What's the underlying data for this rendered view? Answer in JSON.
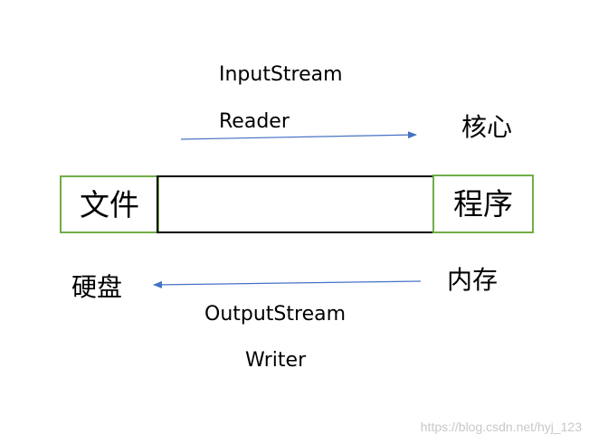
{
  "top": {
    "stream_label": "InputStream",
    "reader_label": "Reader",
    "core_label": "核心"
  },
  "boxes": {
    "file_label": "文件",
    "program_label": "程序"
  },
  "bottom": {
    "disk_label": "硬盘",
    "memory_label": "内存",
    "stream_label": "OutputStream",
    "writer_label": "Writer"
  },
  "watermark": "https://blog.csdn.net/hyj_123",
  "colors": {
    "box_border_green": "#70ad47",
    "box_border_black": "#000000",
    "arrow": "#4472c4",
    "watermark": "#c8c8c8"
  }
}
